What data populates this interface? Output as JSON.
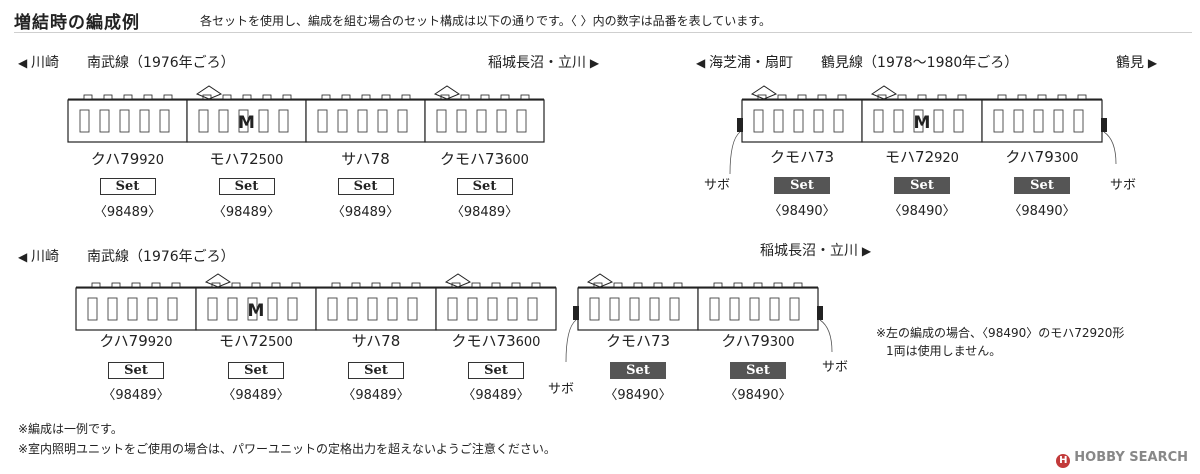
{
  "header": {
    "title": "増結時の編成例",
    "description": "各セットを使用し、編成を組む場合のセット構成は以下の通りです。〈 〉内の数字は品番を表しています。"
  },
  "formations": [
    {
      "left_station": "川崎",
      "line": "南武線（1976年ごろ）",
      "right_station": "稲城長沼・立川",
      "cars": [
        {
          "type": "クハ79",
          "number": "920",
          "set": "Set",
          "product": "〈98489〉",
          "dark": false,
          "pantograph": false,
          "motor": ""
        },
        {
          "type": "モハ72",
          "number": "500",
          "set": "Set",
          "product": "〈98489〉",
          "dark": false,
          "pantograph": true,
          "motor": "M"
        },
        {
          "type": "サハ78",
          "number": "",
          "set": "Set",
          "product": "〈98489〉",
          "dark": false,
          "pantograph": false,
          "motor": ""
        },
        {
          "type": "クモハ73",
          "number": "600",
          "set": "Set",
          "product": "〈98489〉",
          "dark": false,
          "pantograph": true,
          "motor": ""
        }
      ]
    },
    {
      "left_station": "海芝浦・扇町",
      "line": "鶴見線（1978～1980年ごろ）",
      "right_station": "鶴見",
      "sabo_left": "サボ",
      "sabo_right": "サボ",
      "cars": [
        {
          "type": "クモハ73",
          "number": "",
          "set": "Set",
          "product": "〈98490〉",
          "dark": true,
          "pantograph": true,
          "motor": ""
        },
        {
          "type": "モハ72",
          "number": "920",
          "set": "Set",
          "product": "〈98490〉",
          "dark": true,
          "pantograph": true,
          "motor": "M"
        },
        {
          "type": "クハ79",
          "number": "300",
          "set": "Set",
          "product": "〈98490〉",
          "dark": true,
          "pantograph": false,
          "motor": ""
        }
      ]
    },
    {
      "left_station": "川崎",
      "line": "南武線（1976年ごろ）",
      "right_station": "稲城長沼・立川",
      "sabo_left": "サボ",
      "sabo_right": "サボ",
      "cars": [
        {
          "type": "クハ79",
          "number": "920",
          "set": "Set",
          "product": "〈98489〉",
          "dark": false,
          "pantograph": false,
          "motor": ""
        },
        {
          "type": "モハ72",
          "number": "500",
          "set": "Set",
          "product": "〈98489〉",
          "dark": false,
          "pantograph": true,
          "motor": "M"
        },
        {
          "type": "サハ78",
          "number": "",
          "set": "Set",
          "product": "〈98489〉",
          "dark": false,
          "pantograph": false,
          "motor": ""
        },
        {
          "type": "クモハ73",
          "number": "600",
          "set": "Set",
          "product": "〈98489〉",
          "dark": false,
          "pantograph": true,
          "motor": ""
        },
        {
          "type": "クモハ73",
          "number": "",
          "set": "Set",
          "product": "〈98490〉",
          "dark": true,
          "pantograph": true,
          "motor": ""
        },
        {
          "type": "クハ79",
          "number": "300",
          "set": "Set",
          "product": "〈98490〉",
          "dark": true,
          "pantograph": false,
          "motor": ""
        }
      ]
    }
  ],
  "side_note_line1": "※左の編成の場合、〈98490〉のモハ72920形",
  "side_note_line2": "1両は使用しません。",
  "footnotes": [
    "※編成は一例です。",
    "※室内照明ユニットをご使用の場合は、パワーユニットの定格出力を超えないようご注意ください。"
  ],
  "logo": "HOBBY SEARCH",
  "colors": {
    "dark_set": "#555555",
    "line": "#222222"
  }
}
